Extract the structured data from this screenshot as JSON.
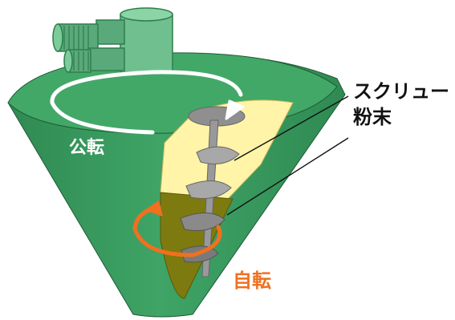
{
  "labels": {
    "screw": "スクリュー",
    "powder": "粉末",
    "revolution": "公転",
    "rotation": "自転"
  },
  "colors": {
    "body": "#3a9a5e",
    "body_dark": "#2e7d4c",
    "body_light": "#6fc08e",
    "cutaway_top": "#fff4a8",
    "powder": "#7d7a0f",
    "screw": "#9a9a9a",
    "revolution_arrow": "#ffffff",
    "rotation_arrow": "#f07020",
    "rotation_text": "#f07020",
    "pointer": "#111111"
  },
  "icons": [
    "motor",
    "screw",
    "revolution-arrow",
    "rotation-arrow",
    "pointer-line"
  ]
}
